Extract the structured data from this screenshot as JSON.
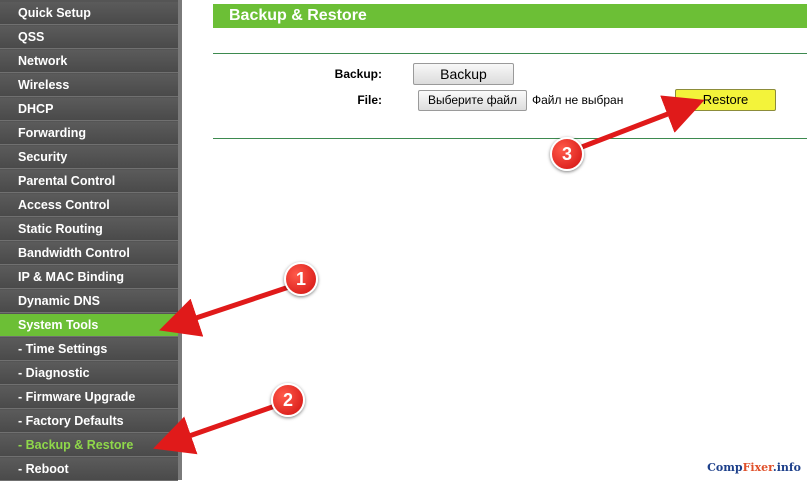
{
  "sidebar": {
    "items": [
      {
        "label": "Quick Setup"
      },
      {
        "label": "QSS"
      },
      {
        "label": "Network"
      },
      {
        "label": "Wireless"
      },
      {
        "label": "DHCP"
      },
      {
        "label": "Forwarding"
      },
      {
        "label": "Security"
      },
      {
        "label": "Parental Control"
      },
      {
        "label": "Access Control"
      },
      {
        "label": "Static Routing"
      },
      {
        "label": "Bandwidth Control"
      },
      {
        "label": "IP & MAC Binding"
      },
      {
        "label": "Dynamic DNS"
      },
      {
        "label": "System Tools"
      },
      {
        "label": "- Time Settings"
      },
      {
        "label": "- Diagnostic"
      },
      {
        "label": "- Firmware Upgrade"
      },
      {
        "label": "- Factory Defaults"
      },
      {
        "label": "- Backup & Restore"
      },
      {
        "label": "- Reboot"
      }
    ]
  },
  "main": {
    "title": "Backup & Restore",
    "backup_label": "Backup:",
    "backup_button": "Backup",
    "file_label": "File:",
    "file_button": "Выберите файл",
    "file_status": "Файл не выбран",
    "restore_button": "Restore"
  },
  "annotations": {
    "step1": "1",
    "step2": "2",
    "step3": "3"
  },
  "watermark": {
    "part1": "Comp",
    "part2": "Fixer",
    "part3": ".info"
  },
  "colors": {
    "accent": "#6cbf36",
    "restore": "#f3f33a",
    "arrow": "#e01a1a"
  }
}
